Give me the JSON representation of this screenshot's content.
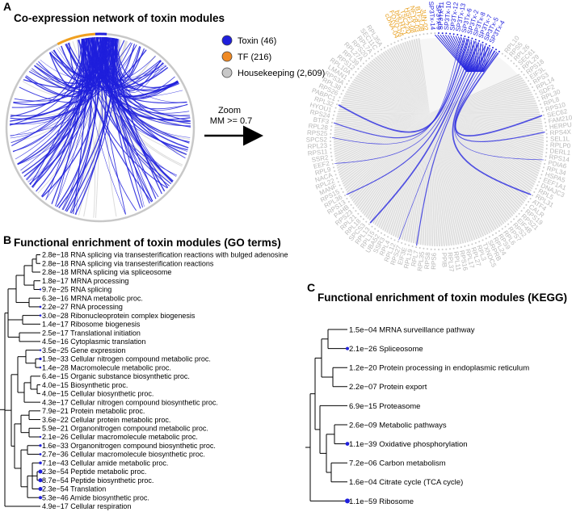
{
  "panels": {
    "a": "A",
    "b": "B",
    "c": "C"
  },
  "network": {
    "title": "Co-expression network of toxin modules",
    "legend": [
      {
        "label": "Toxin (46)",
        "color": "#1f1fdc"
      },
      {
        "label": "TF (216)",
        "color": "#f08a24"
      },
      {
        "label": "Housekeeping (2,609)",
        "color": "#c8c8c8"
      }
    ],
    "arrow_label_1": "Zoom",
    "arrow_label_2": "MM >= 0.7"
  },
  "zoomed_network": {
    "toxin_labels": [
      "SP3Tx-14",
      "SP3Tx-9",
      "SP3Tx-11",
      "SP3Tx-10",
      "SP3Tx-12",
      "SP3Tx-13",
      "SP3Tx-6",
      "SP3Tx-2",
      "SP3Tx-8",
      "SP3Tx-7",
      "SP3Tx-5",
      "SP3Tx-4"
    ],
    "tf_labels": [
      "cDNA-04",
      "FOXO-06",
      "bHLH1-1",
      "TSC22D",
      "HSF1-08",
      "NFYB-03",
      "BTF3-08",
      "JUN-02"
    ],
    "housekeeping_labels": [
      "RPL10",
      "RPS5",
      "RPL26",
      "SEC61",
      "RPL29",
      "RPS18",
      "EIF3L",
      "RPS3",
      "RPL14",
      "SDF2",
      "RPL30",
      "RPL8",
      "RPS10",
      "SEC62",
      "FAM210",
      "HERPUD",
      "RPS4X",
      "SEL1L",
      "RPLP0",
      "DERL1",
      "RPS14",
      "PDIA6",
      "RPL34",
      "HSPA5",
      "EEF1A1",
      "DNAJC3",
      "RPL5",
      "RPL31",
      "ATF4",
      "CALR",
      "RPS19",
      "RPS21",
      "EIF4B",
      "RPS2",
      "RPS7",
      "RPL6",
      "RPS9",
      "RPL24",
      "SRPRB",
      "TXNDC5",
      "RPL3",
      "RPL27",
      "RPL17",
      "RPS16",
      "RPL11",
      "RPL37",
      "PPIB",
      "RPS6",
      "RPS8",
      "RPL35",
      "RPL7",
      "RPL19",
      "EIF3E",
      "RPS27",
      "RPL12",
      "RPL4",
      "SSR3",
      "UBA52",
      "RPL15",
      "RPL13",
      "SPCS3",
      "RPL18",
      "RPL21",
      "RPS23",
      "P4HB",
      "RPS13",
      "RPL36",
      "RPS15",
      "MANF",
      "RPL22",
      "NACA",
      "RPL9",
      "EEF2",
      "SSR2",
      "RPS11",
      "RPL23",
      "SPCS2",
      "RPS25",
      "RPL28",
      "BTF3",
      "RPS24",
      "HYOU1",
      "RPL32",
      "PABPC1",
      "RPS26",
      "RPL38",
      "RPS3A",
      "LMAN1",
      "RPL10A",
      "RPS12",
      "RPL39",
      "RPL27A",
      "RPS20",
      "RPL7A",
      "SEC11C",
      "RPL35A"
    ]
  },
  "go_enrichment": {
    "title": "Functional enrichment of toxin modules  (GO terms)",
    "terms": [
      {
        "pvalue": "2.8e−18",
        "term": "RNA splicing via transesterification reactions with bulged adenosine"
      },
      {
        "pvalue": "2.8e−18",
        "term": "RNA splicing via transesterification reactions"
      },
      {
        "pvalue": "2.8e−18",
        "term": "MRNA splicing via spliceosome"
      },
      {
        "pvalue": "1.8e−17",
        "term": "MRNA processing"
      },
      {
        "pvalue": "9.7e−25",
        "term": "RNA splicing"
      },
      {
        "pvalue": "6.3e−16",
        "term": "MRNA metabolic proc."
      },
      {
        "pvalue": "2.2e−27",
        "term": "RNA processing"
      },
      {
        "pvalue": "3.0e−28",
        "term": "Ribonucleoprotein complex biogenesis"
      },
      {
        "pvalue": "1.4e−17",
        "term": "Ribosome biogenesis"
      },
      {
        "pvalue": "2.5e−17",
        "term": "Translational initiation"
      },
      {
        "pvalue": "4.5e−16",
        "term": "Cytoplasmic translation"
      },
      {
        "pvalue": "3.5e−25",
        "term": "Gene expression"
      },
      {
        "pvalue": "1.9e−33",
        "term": "Cellular nitrogen compound metabolic proc."
      },
      {
        "pvalue": "1.4e−28",
        "term": "Macromolecule metabolic proc."
      },
      {
        "pvalue": "6.4e−15",
        "term": "Organic substance biosynthetic proc."
      },
      {
        "pvalue": "4.0e−15",
        "term": "Biosynthetic proc."
      },
      {
        "pvalue": "4.0e−15",
        "term": "Cellular biosynthetic proc."
      },
      {
        "pvalue": "4.3e−17",
        "term": "Cellular nitrogen compound biosynthetic proc."
      },
      {
        "pvalue": "7.9e−21",
        "term": "Protein metabolic proc."
      },
      {
        "pvalue": "3.6e−22",
        "term": "Cellular protein metabolic proc."
      },
      {
        "pvalue": "5.9e−21",
        "term": "Organonitrogen compound metabolic proc."
      },
      {
        "pvalue": "2.1e−26",
        "term": "Cellular macromolecule metabolic proc."
      },
      {
        "pvalue": "1.6e−33",
        "term": "Organonitrogen compound biosynthetic proc."
      },
      {
        "pvalue": "2.7e−36",
        "term": "Cellular macromolecule biosynthetic proc."
      },
      {
        "pvalue": "7.1e−43",
        "term": "Cellular amide metabolic proc."
      },
      {
        "pvalue": "2.3e−54",
        "term": "Peptide metabolic proc."
      },
      {
        "pvalue": "8.7e−54",
        "term": "Peptide biosynthetic proc."
      },
      {
        "pvalue": "2.3e−54",
        "term": "Translation"
      },
      {
        "pvalue": "5.3e−46",
        "term": "Amide biosynthetic proc."
      },
      {
        "pvalue": "4.9e−17",
        "term": "Cellular respiration"
      }
    ]
  },
  "kegg_enrichment": {
    "title": "Functional enrichment of toxin modules  (KEGG)",
    "terms": [
      {
        "pvalue": "1.5e−04",
        "term": "MRNA surveillance pathway"
      },
      {
        "pvalue": "2.1e−26",
        "term": "Spliceosome"
      },
      {
        "pvalue": "1.2e−20",
        "term": "Protein processing in endoplasmic reticulum"
      },
      {
        "pvalue": "2.2e−07",
        "term": "Protein export"
      },
      {
        "pvalue": "6.9e−15",
        "term": "Proteasome"
      },
      {
        "pvalue": "2.6e−09",
        "term": "Metabolic pathways"
      },
      {
        "pvalue": "1.1e−39",
        "term": "Oxidative phosphorylation"
      },
      {
        "pvalue": "7.2e−06",
        "term": "Carbon metabolism"
      },
      {
        "pvalue": "1.6e−04",
        "term": "Citrate cycle (TCA cycle)"
      },
      {
        "pvalue": "1.1e−59",
        "term": "Ribosome"
      }
    ]
  }
}
